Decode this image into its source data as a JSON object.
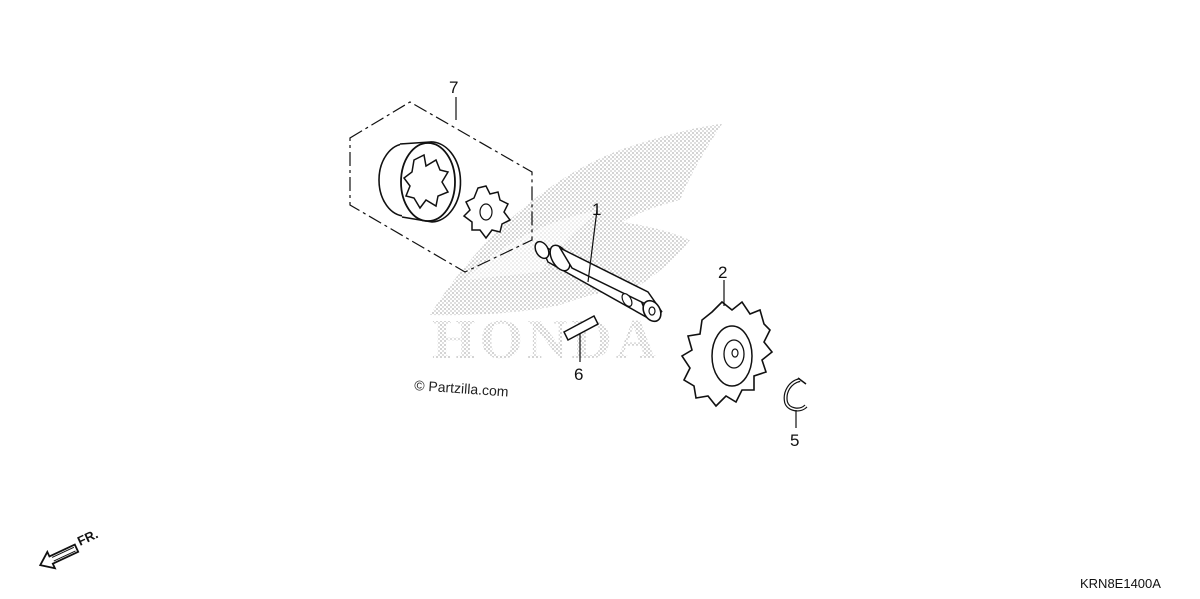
{
  "diagram": {
    "callouts": [
      {
        "id": "1",
        "label": "1"
      },
      {
        "id": "2",
        "label": "2"
      },
      {
        "id": "5",
        "label": "5"
      },
      {
        "id": "6",
        "label": "6"
      },
      {
        "id": "7",
        "label": "7"
      }
    ],
    "copyright": "© Partzilla.com",
    "watermark_text": "HONDA",
    "front_marker": "FR.",
    "diagram_code": "KRN8E1400A"
  },
  "colors": {
    "line": "#111111",
    "watermark_dots": "#b8b8b8",
    "background": "#ffffff"
  },
  "icons": [
    "front-direction-arrow-icon",
    "honda-wing-watermark"
  ]
}
